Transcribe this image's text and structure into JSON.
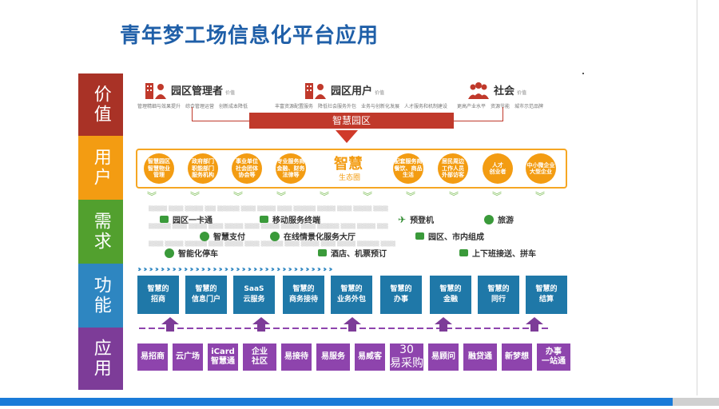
{
  "title": "青年梦工场信息化平台应用",
  "bands": [
    {
      "label": "价值",
      "color": "#a93226"
    },
    {
      "label": "用户",
      "color": "#f39c12"
    },
    {
      "label": "需求",
      "color": "#52a02e"
    },
    {
      "label": "功能",
      "color": "#2e86c1"
    },
    {
      "label": "应用",
      "color": "#7d3c98"
    }
  ],
  "value": {
    "roles": [
      {
        "label": "园区管理者",
        "sub": "价值",
        "items": [
          "管理精细与效果提升",
          "综合管理运营",
          "创新成本降低"
        ]
      },
      {
        "label": "园区用户",
        "sub": "价值",
        "items": [
          "丰富资源配置服务",
          "降低社会服务外包",
          "业务与创新化发展",
          "人才服务和机制建设"
        ]
      },
      {
        "label": "社会",
        "sub": "价值",
        "items": [
          "更高产业水平",
          "资源节能",
          "城市示范品牌"
        ]
      }
    ],
    "center": "智慧园区"
  },
  "users": {
    "eco_title": "智慧",
    "eco_sub": "生态圈",
    "circles": [
      "智慧园区\n智慧物业\n管理",
      "政府部门\n职能部门\n服务机构",
      "事业单位\n社会团体\n协会等",
      "专业服务商\n金融、财务\n法律等",
      "配套服务商\n餐饮、商品\n生活",
      "居民周边\n工作人员\n外部访客",
      "人才\n创业者",
      "中小微企业\n大型企业"
    ]
  },
  "needs": [
    {
      "label": "园区一卡通",
      "icon": "card-icon"
    },
    {
      "label": "移动服务终端",
      "icon": "mobile-icon"
    },
    {
      "label": "预登机",
      "icon": "plane-icon"
    },
    {
      "label": "旅游",
      "icon": "travel-icon"
    },
    {
      "label": "智慧支付",
      "icon": "pay-icon"
    },
    {
      "label": "在线情景化服务大厅",
      "icon": "chat-icon"
    },
    {
      "label": "园区、市内组成",
      "icon": "bus-icon"
    },
    {
      "label": "智能化停车",
      "icon": "parking-icon"
    },
    {
      "label": "酒店、机票预订",
      "icon": "briefcase-icon"
    },
    {
      "label": "上下班接送、拼车",
      "icon": "car-icon"
    }
  ],
  "functions": [
    "智慧的\n招商",
    "智慧的\n信息门户",
    "SaaS\n云服务",
    "智慧的\n商务接待",
    "智慧的\n业务外包",
    "智慧的\n办事",
    "智慧的\n金融",
    "智慧的\n同行",
    "智慧的\n结算"
  ],
  "apps": [
    "易招商",
    "云广场",
    "iCard\n智慧通",
    "企业\n社区",
    "易接待",
    "易服务",
    "易威客",
    "30\n易采购",
    "易顾问",
    "融贷通",
    "新梦想",
    "办事\n一站通"
  ]
}
